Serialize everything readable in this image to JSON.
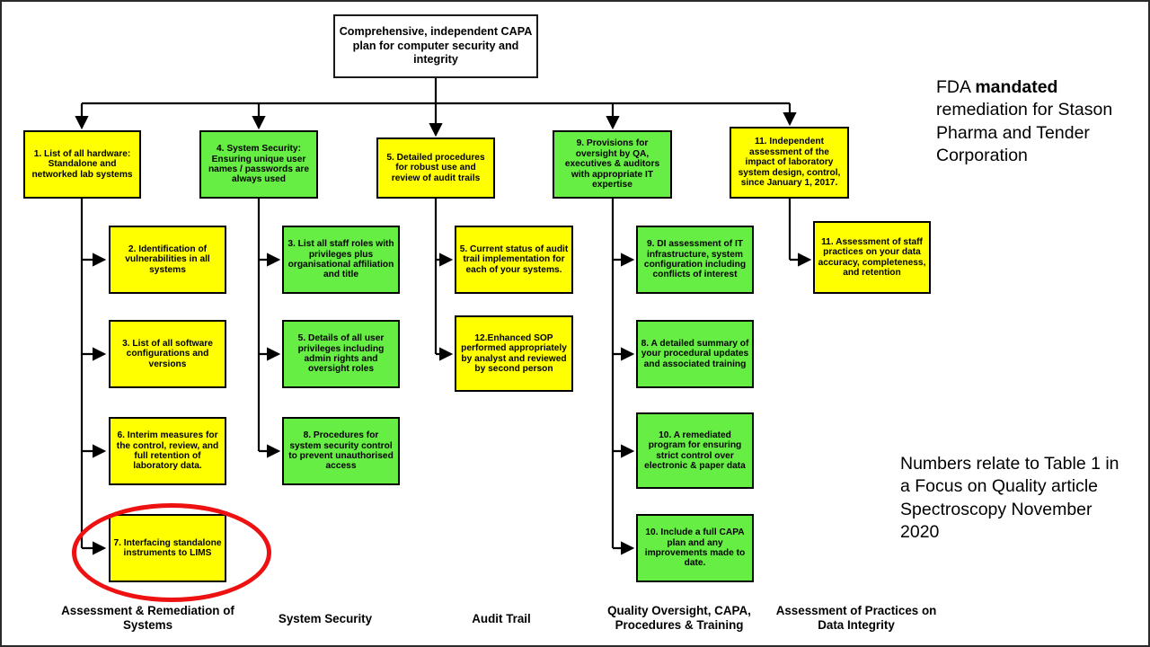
{
  "root": {
    "label": "Comprehensive, independent CAPA plan for computer security and integrity"
  },
  "columns": [
    {
      "id": "assessment",
      "caption": "Assessment & Remediation of Systems",
      "head": {
        "label": "1. List of all hardware: Standalone and networked lab systems",
        "color": "yellow"
      },
      "children": [
        {
          "label": "2. Identification of vulnerabilities in all systems",
          "color": "yellow"
        },
        {
          "label": "3. List of all software configurations and versions",
          "color": "yellow"
        },
        {
          "label": "6. Interim measures for the control, review, and full retention of laboratory data.",
          "color": "yellow"
        },
        {
          "label": "7. Interfacing standalone instruments to LIMS",
          "color": "yellow",
          "highlighted": true
        }
      ]
    },
    {
      "id": "system-security",
      "caption": "System Security",
      "head": {
        "label": "4. System Security: Ensuring unique user names / passwords are always used",
        "color": "green"
      },
      "children": [
        {
          "label": "3. List all staff roles with privileges plus organisational affiliation and title",
          "color": "green"
        },
        {
          "label": "5. Details of all user privileges including admin rights and oversight roles",
          "color": "green"
        },
        {
          "label": "8. Procedures for system security control to prevent unauthorised access",
          "color": "green"
        }
      ]
    },
    {
      "id": "audit-trail",
      "caption": "Audit Trail",
      "head": {
        "label": "5. Detailed procedures for robust use and review of audit trails",
        "color": "yellow"
      },
      "children": [
        {
          "label": "5. Current status of audit trail implementation for each of your systems.",
          "color": "yellow"
        },
        {
          "label": "12.Enhanced SOP performed appropriately by analyst and reviewed by second person",
          "color": "yellow"
        }
      ]
    },
    {
      "id": "quality-oversight",
      "caption": "Quality Oversight, CAPA, Procedures & Training",
      "head": {
        "label": "9. Provisions for oversight by QA, executives & auditors with appropriate IT expertise",
        "color": "green"
      },
      "children": [
        {
          "label": "9. DI assessment of IT infrastructure, system configuration including conflicts of interest",
          "color": "green"
        },
        {
          "label": "8. A detailed summary of your procedural updates and associated training",
          "color": "green"
        },
        {
          "label": "10. A remediated program for ensuring strict control over electronic & paper data",
          "color": "green"
        },
        {
          "label": "10. Include a full CAPA plan and any improvements made to date.",
          "color": "green"
        }
      ]
    },
    {
      "id": "data-integrity",
      "caption": "Assessment of Practices on Data Integrity",
      "head": {
        "label": "11. Independent assessment of the impact of laboratory system design, control, since January 1, 2017.",
        "color": "yellow"
      },
      "children": [
        {
          "label": "11. Assessment of staff practices on your data accuracy, completeness, and retention",
          "color": "yellow"
        }
      ]
    }
  ],
  "notes": {
    "top": {
      "lead": "FDA ",
      "bold": "mandated",
      "rest": " remediation for Stason Pharma and Tender Corporation"
    },
    "bottom": "Numbers relate to Table 1 in a Focus on Quality article Spectroscopy November 2020"
  },
  "colors": {
    "yellow": "#ffff00",
    "green": "#66ee44",
    "highlight_ring": "#ee1111",
    "connector": "#000000",
    "text": "#000000"
  }
}
